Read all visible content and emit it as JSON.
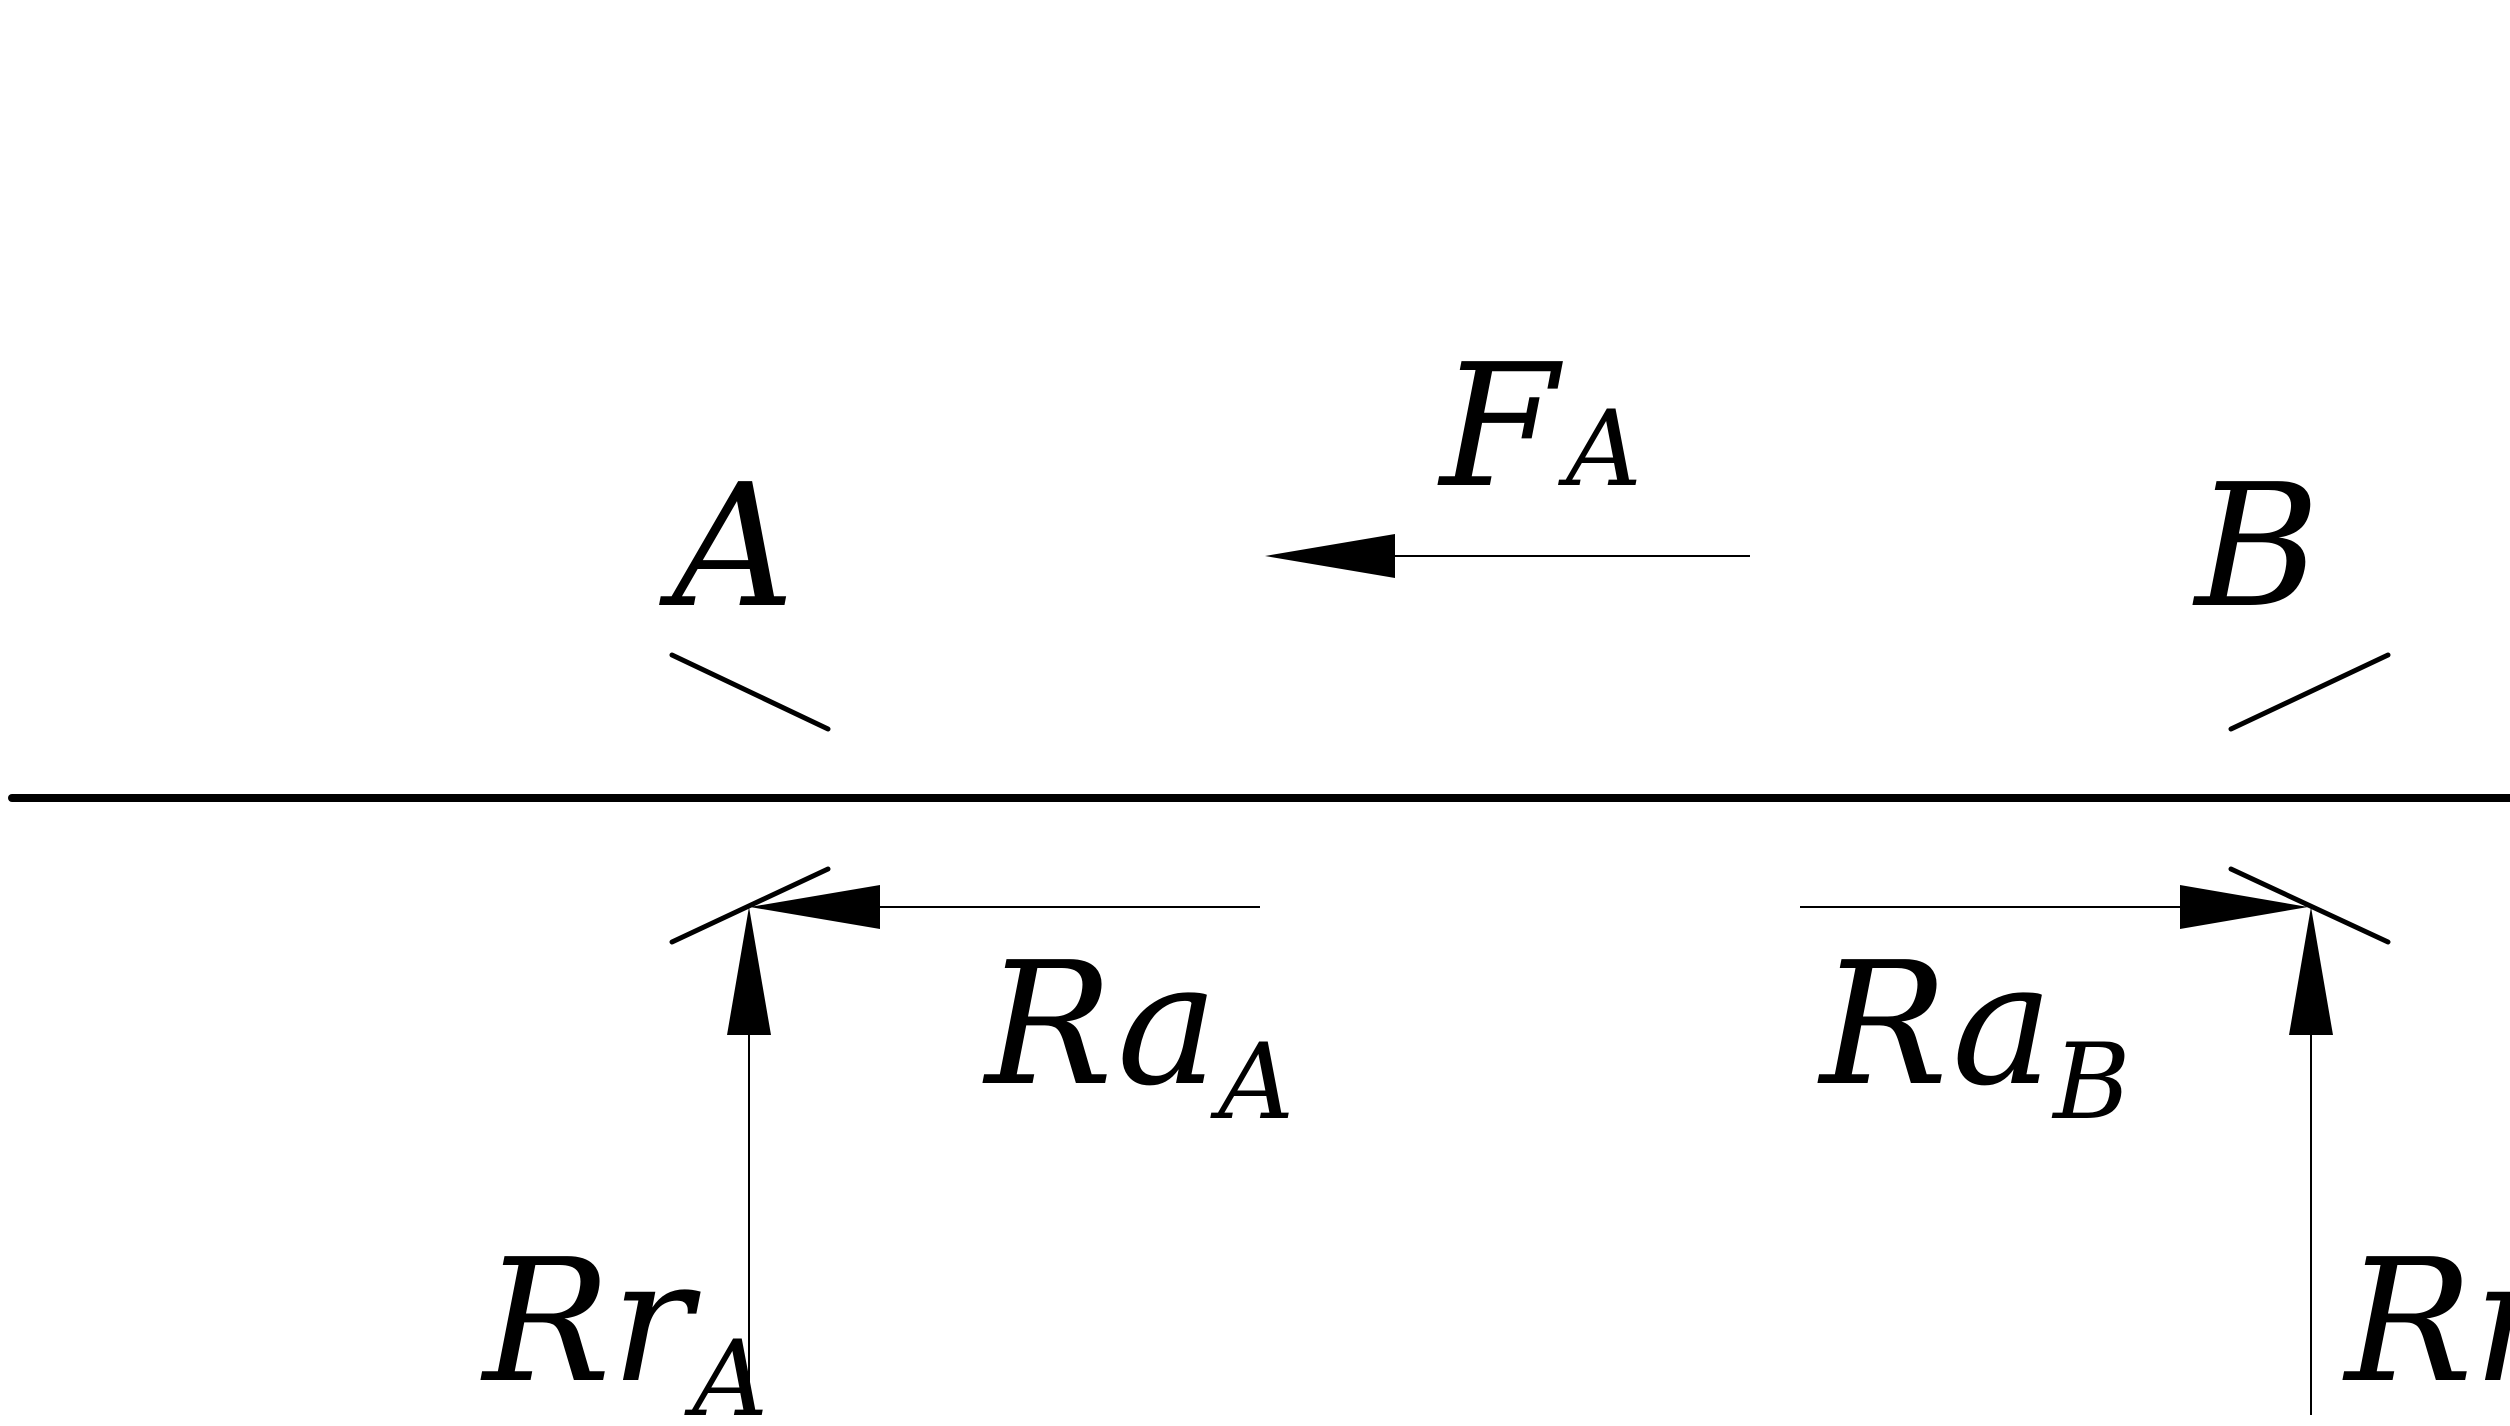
{
  "labels": {
    "point_a": "A",
    "point_b": "B",
    "force_main": "F",
    "force_sub": "A",
    "ra_a_main": "R",
    "ra_a_mid": "a",
    "ra_a_sub": "A",
    "ra_b_main": "R",
    "ra_b_mid": "a",
    "ra_b_sub": "B",
    "rr_a_main": "R",
    "rr_a_mid": "r",
    "rr_a_sub": "A",
    "rr_b_main": "R",
    "rr_b_mid": "r"
  },
  "colors": {
    "line": "#000000",
    "background": "#ffffff"
  }
}
